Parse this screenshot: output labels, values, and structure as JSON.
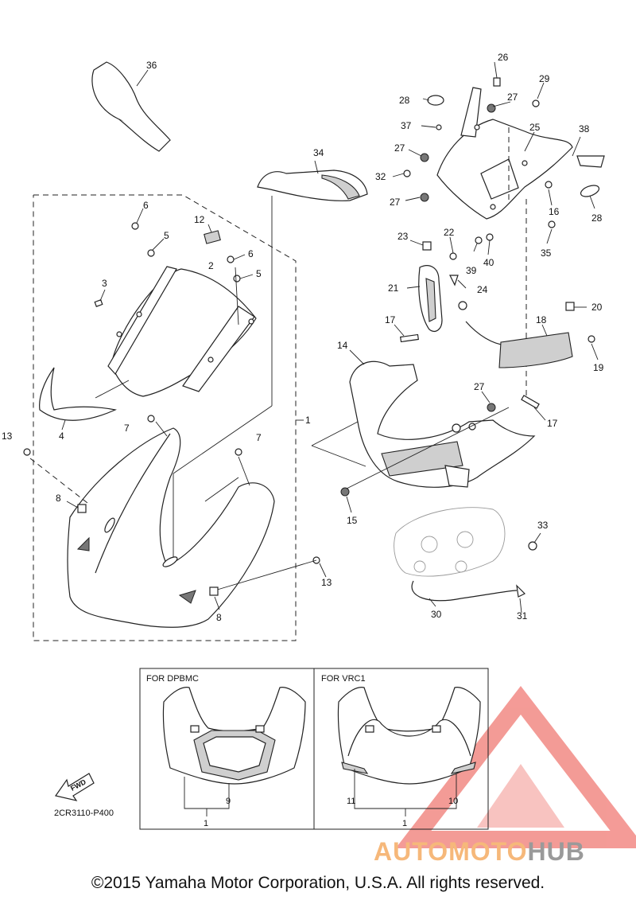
{
  "diagram": {
    "ref_code": "2CR3110-P400",
    "fwd_label": "FWD",
    "copyright": "©2015 Yamaha Motor Corporation, U.S.A. All rights reserved.",
    "watermark": {
      "brand_part1": "AUTOMOTO",
      "brand_part2": "HUB",
      "color_primary": "#f07a74",
      "color_secondary": "#f6b87a",
      "color_gray": "#9a9a9a"
    },
    "variant_boxes": [
      {
        "title": "FOR DPBMC",
        "labels": [
          "9",
          "1"
        ]
      },
      {
        "title": "FOR VRC1",
        "labels": [
          "11",
          "10",
          "1"
        ]
      }
    ],
    "callouts": [
      "36",
      "26",
      "29",
      "28",
      "27",
      "37",
      "25",
      "38",
      "27",
      "34",
      "32",
      "27",
      "16",
      "28",
      "6",
      "12",
      "5",
      "6",
      "5",
      "2",
      "3",
      "23",
      "22",
      "40",
      "39",
      "35",
      "21",
      "24",
      "20",
      "17",
      "18",
      "19",
      "14",
      "27",
      "17",
      "7",
      "13",
      "4",
      "7",
      "8",
      "1",
      "15",
      "33",
      "13",
      "8",
      "30",
      "31"
    ]
  }
}
